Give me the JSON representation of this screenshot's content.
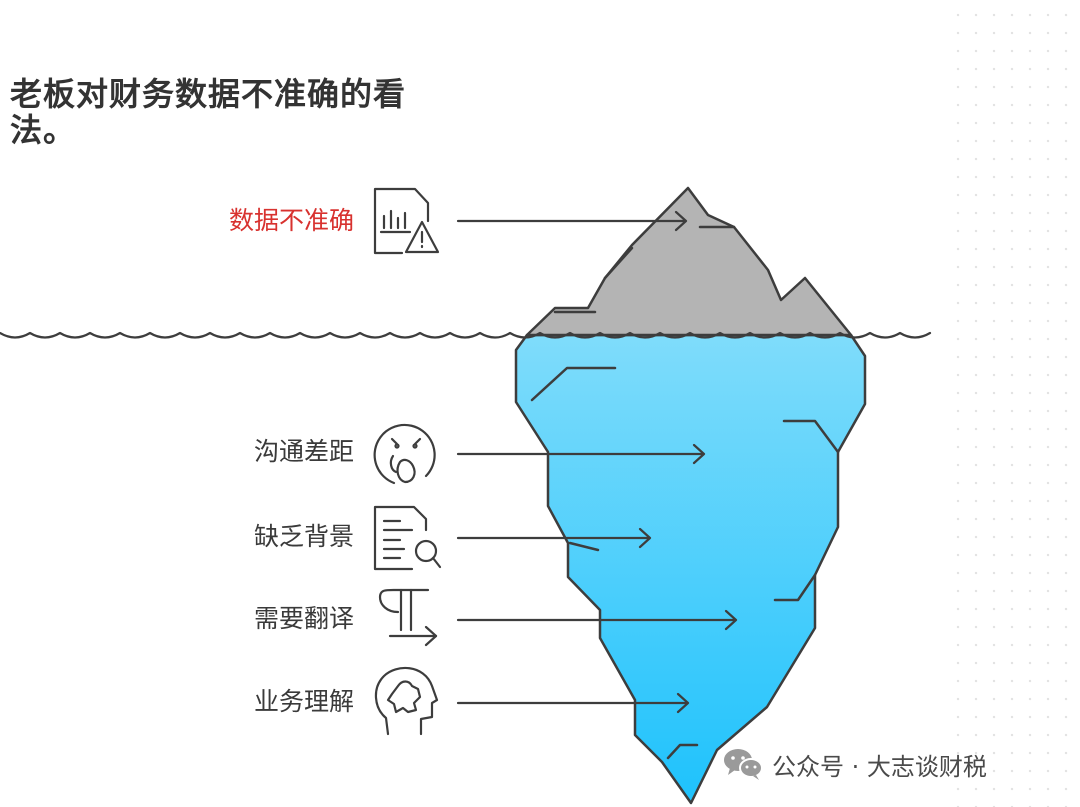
{
  "title": "老板对财务数据不准确的看法。",
  "tip_label": {
    "text": "数据不准确",
    "icon": "report-warning-icon",
    "color": "#d8322f"
  },
  "factors": [
    {
      "text": "沟通差距",
      "icon": "surprised-face-icon"
    },
    {
      "text": "缺乏背景",
      "icon": "document-search-icon"
    },
    {
      "text": "需要翻译",
      "icon": "paragraph-arrow-icon"
    },
    {
      "text": "业务理解",
      "icon": "head-puzzle-icon"
    }
  ],
  "colors": {
    "iceberg_tip": "#b4b4b4",
    "underwater_top": "#7fdcfb",
    "underwater_bottom": "#1ec2fc",
    "outline": "#3d3d3d"
  },
  "watermark": {
    "text": "公众号 · 大志谈财税",
    "icon": "wechat-icon"
  }
}
